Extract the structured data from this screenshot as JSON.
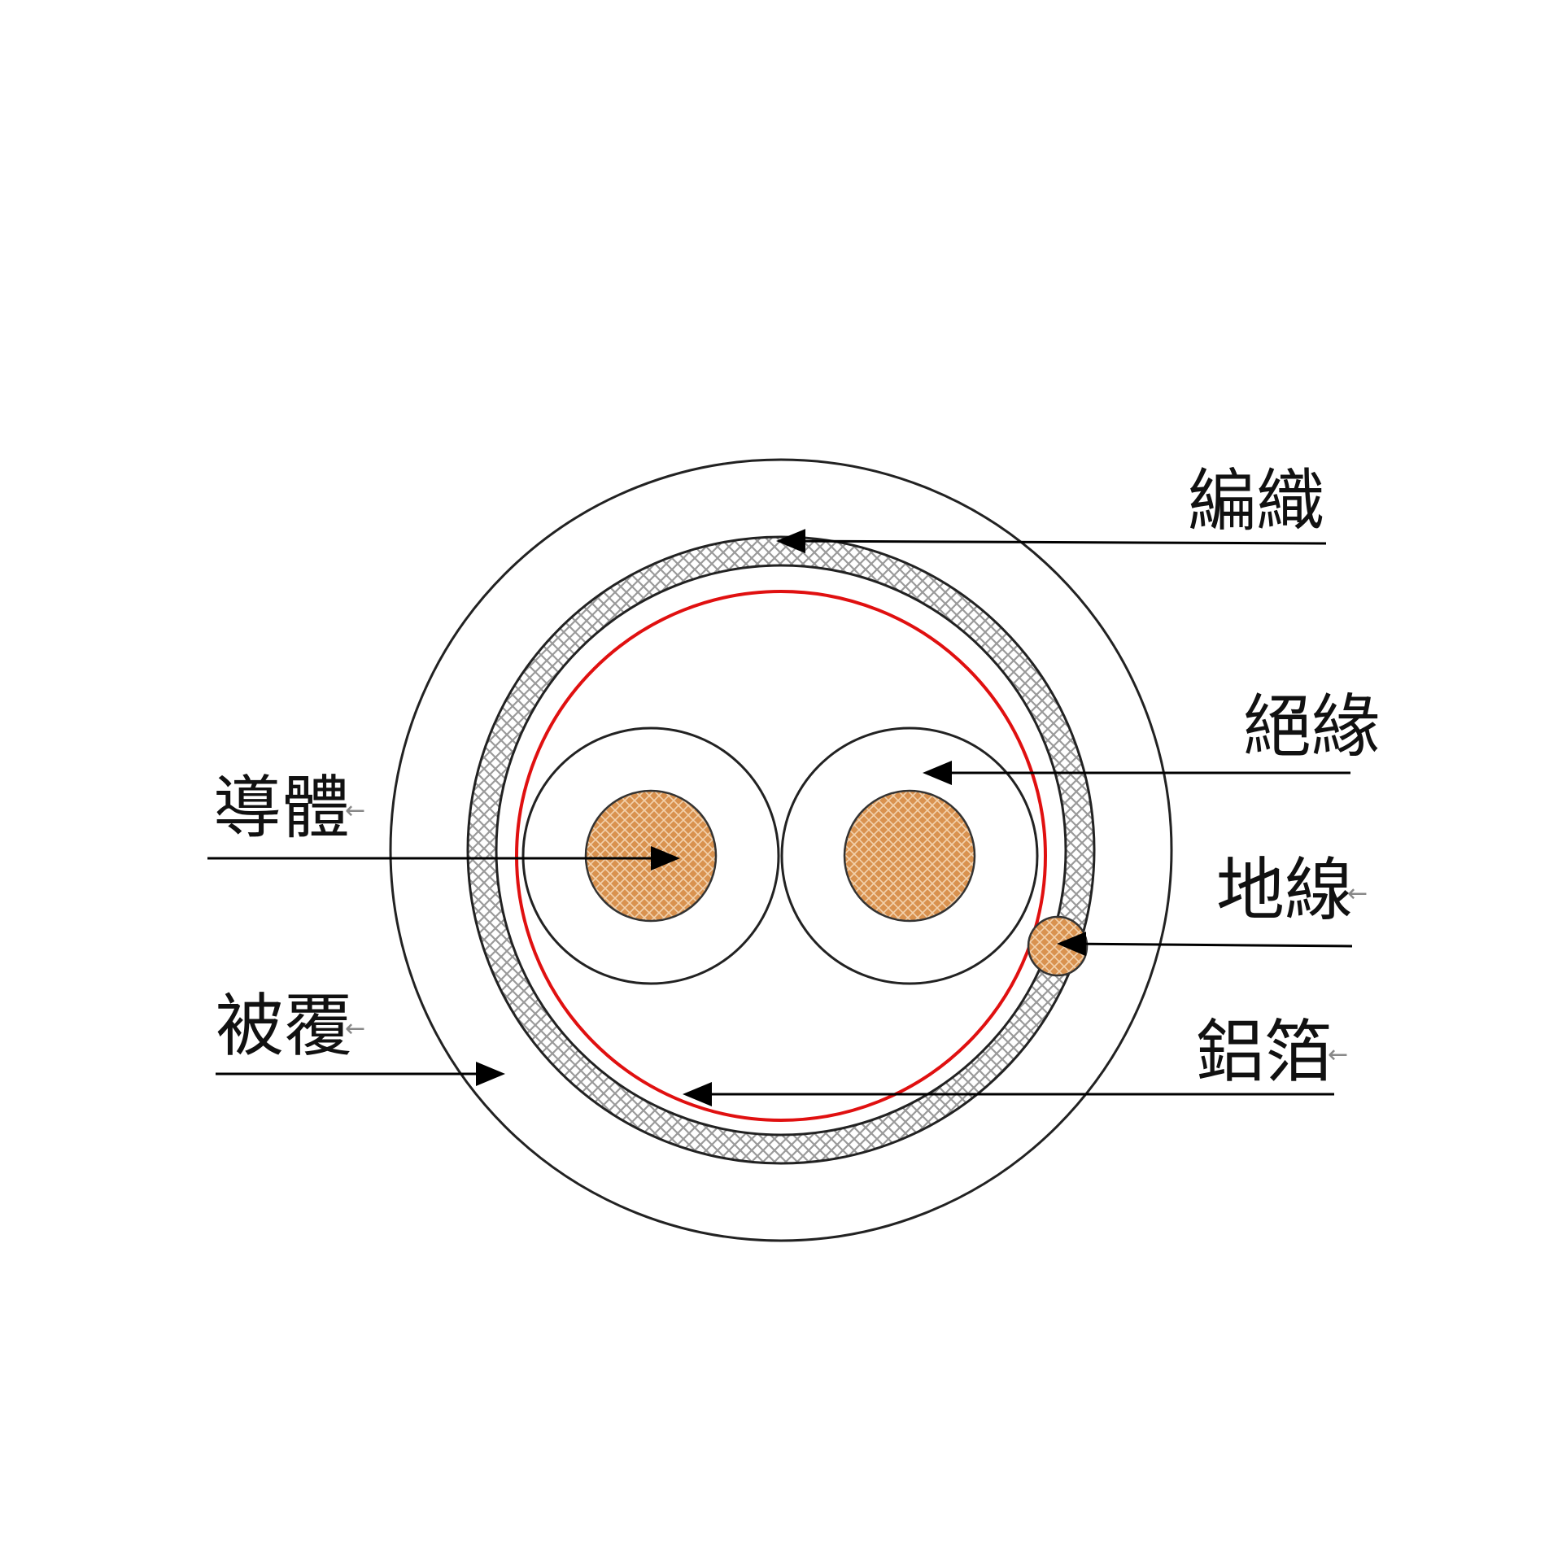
{
  "labels": {
    "braid": "編織",
    "insulation": "絕緣",
    "conductor": "導體",
    "drain_wire": "地線",
    "jacket": "被覆",
    "foil": "鋁箔"
  },
  "small_mark": "←",
  "colors": {
    "copper": "#d9924f",
    "foil_ring": "#e01010",
    "braid_hatch": "#9a9a9a",
    "outline": "#222222"
  }
}
